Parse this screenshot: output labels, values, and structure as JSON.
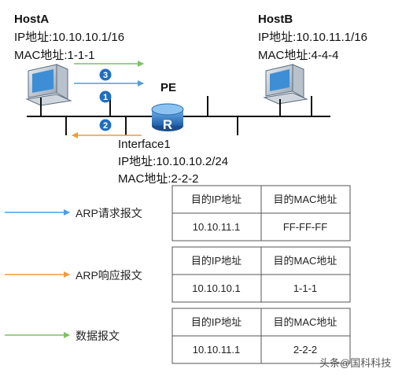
{
  "hostA": {
    "name": "HostA",
    "ip": "IP地址:10.10.10.1/16",
    "mac": "MAC地址:1-1-1"
  },
  "hostB": {
    "name": "HostB",
    "ip": "IP地址:10.10.11.1/16",
    "mac": "MAC地址:4-4-4"
  },
  "router": {
    "label": "PE",
    "glyph": "R",
    "interface": "Interface1",
    "ip": "IP地址:10.10.10.2/24",
    "mac": "MAC地址:2-2-2"
  },
  "steps": [
    "1",
    "2",
    "3"
  ],
  "colors": {
    "request": "#4a9ee8",
    "reply": "#f39a3a",
    "data": "#7cc35e",
    "step_badge": "#1f6fc0",
    "line": "#111111",
    "table_border": "#555555"
  },
  "legend": [
    {
      "label": "ARP请求报文",
      "color_key": "request"
    },
    {
      "label": "ARP响应报文",
      "color_key": "reply"
    },
    {
      "label": "数据报文",
      "color_key": "data"
    }
  ],
  "tables": [
    {
      "headers": [
        "目的IP地址",
        "目的MAC地址"
      ],
      "row": [
        "10.10.11.1",
        "FF-FF-FF"
      ]
    },
    {
      "headers": [
        "目的IP地址",
        "目的MAC地址"
      ],
      "row": [
        "10.10.10.1",
        "1-1-1"
      ]
    },
    {
      "headers": [
        "目的IP地址",
        "目的MAC地址"
      ],
      "row": [
        "10.10.11.1",
        "2-2-2"
      ]
    }
  ],
  "watermark": "头条@国科科技"
}
